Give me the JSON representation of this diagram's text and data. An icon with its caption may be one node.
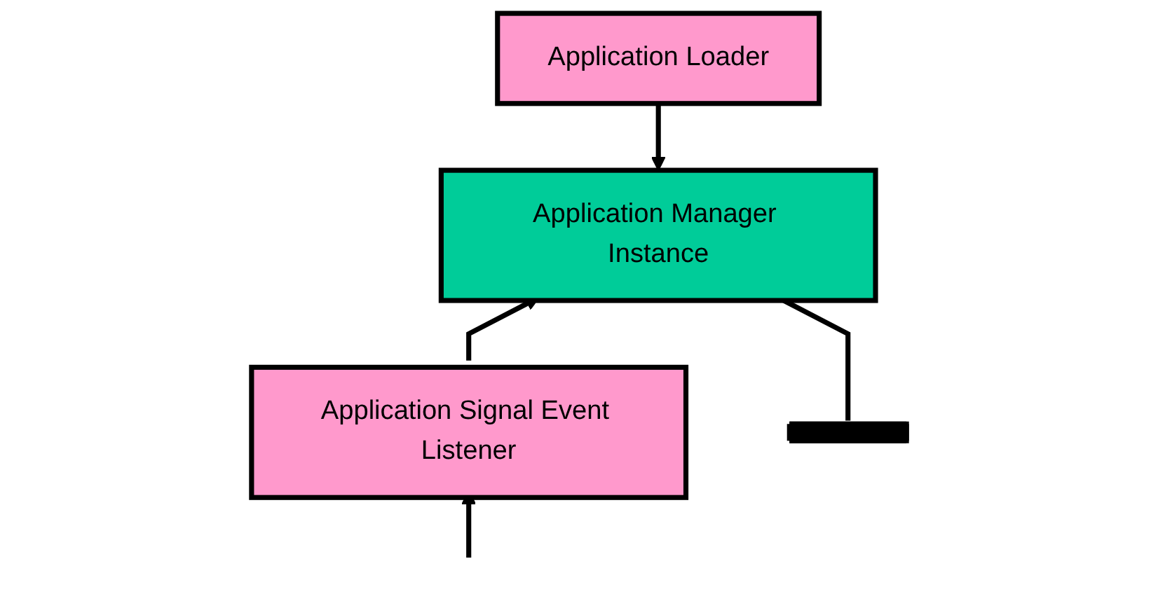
{
  "diagram": {
    "nodes": [
      {
        "text": [
          "Application Loader"
        ]
      },
      {
        "text": [
          "Application Manager Instance"
        ]
      },
      {
        "text": [
          "Application Signal Event Listener"
        ]
      },
      {
        "text": [],
        "shape": "bar"
      }
    ],
    "edges": [
      {
        "from": 0,
        "to": 1,
        "arrow": "to"
      },
      {
        "from": 2,
        "to": 1,
        "arrow": "to"
      },
      {
        "from": null,
        "to": 2,
        "arrow": "to"
      },
      {
        "from": 1,
        "to": 3,
        "arrow": "none"
      }
    ]
  }
}
